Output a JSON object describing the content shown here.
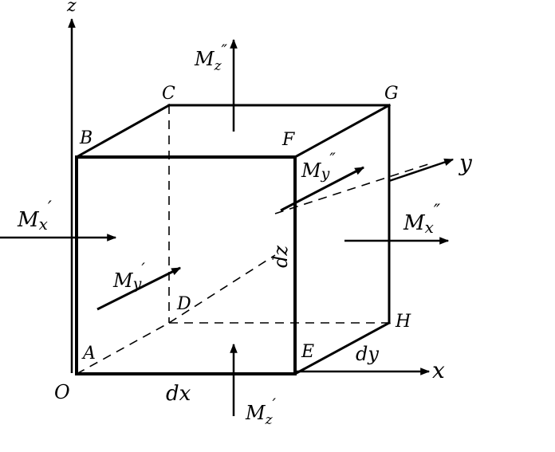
{
  "diagram": {
    "labels": {
      "axis_z": "z",
      "axis_y": "y",
      "axis_x": "x",
      "origin": "O",
      "A": "A",
      "B": "B",
      "C": "C",
      "D": "D",
      "E": "E",
      "F": "F",
      "G": "G",
      "H": "H",
      "mz_top_base": "M",
      "mz_top_sub": "z",
      "mz_top_prime": "″",
      "mz_bot_base": "M",
      "mz_bot_sub": "z",
      "mz_bot_prime": "′",
      "mx_left_base": "M",
      "mx_left_sub": "x",
      "mx_left_prime": "′",
      "mx_right_base": "M",
      "mx_right_sub": "x",
      "mx_right_prime": "″",
      "my_front_base": "M",
      "my_front_sub": "y",
      "my_front_prime": "′",
      "my_back_base": "M",
      "my_back_sub": "y",
      "my_back_prime": "″",
      "dz": "dz",
      "dx": "dx",
      "dy": "dy"
    },
    "colors": {
      "ink": "#000000",
      "background": "#ffffff"
    }
  }
}
